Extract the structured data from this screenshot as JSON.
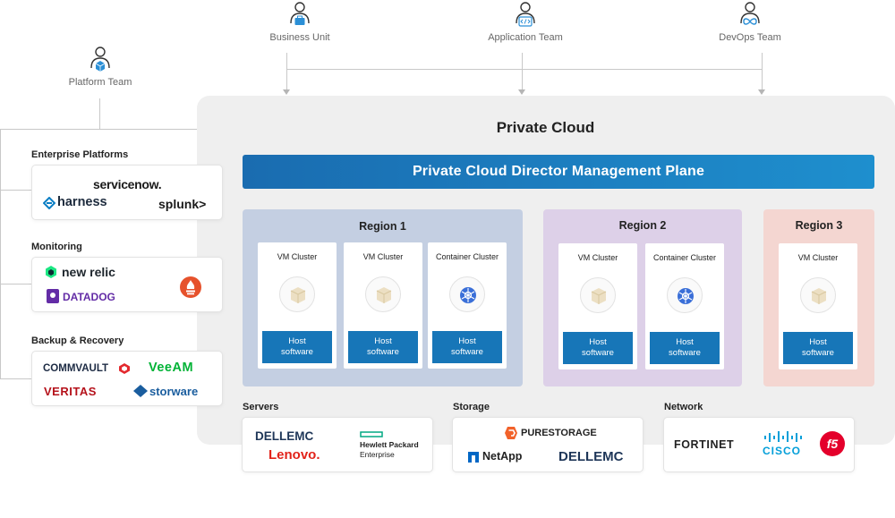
{
  "personas": {
    "platform_team": "Platform Team",
    "business_unit": "Business Unit",
    "application_team": "Application Team",
    "devops_team": "DevOps Team"
  },
  "private_cloud": {
    "title": "Private Cloud",
    "management_plane": "Private Cloud Director Management Plane",
    "regions": [
      {
        "title": "Region 1",
        "clusters": [
          {
            "title": "VM Cluster",
            "host": [
              "Host",
              "software"
            ],
            "icon": "vm-cube-icon"
          },
          {
            "title": "VM Cluster",
            "host": [
              "Host",
              "software"
            ],
            "icon": "vm-cube-icon"
          },
          {
            "title": "Container Cluster",
            "host": [
              "Host",
              "software"
            ],
            "icon": "kubernetes-icon"
          }
        ]
      },
      {
        "title": "Region 2",
        "clusters": [
          {
            "title": "VM Cluster",
            "host": [
              "Host",
              "software"
            ],
            "icon": "vm-cube-icon"
          },
          {
            "title": "Container Cluster",
            "host": [
              "Host",
              "software"
            ],
            "icon": "kubernetes-icon"
          }
        ]
      },
      {
        "title": "Region 3",
        "clusters": [
          {
            "title": "VM Cluster",
            "host": [
              "Host",
              "software"
            ],
            "icon": "vm-cube-icon"
          }
        ]
      }
    ]
  },
  "side_groups": {
    "enterprise_platforms": {
      "title": "Enterprise Platforms",
      "brands": {
        "servicenow": "servicenow.",
        "harness": "harness",
        "splunk": "splunk>"
      }
    },
    "monitoring": {
      "title": "Monitoring",
      "brands": {
        "newrelic": "new relic",
        "datadog": "DATADOG"
      }
    },
    "backup": {
      "title": "Backup & Recovery",
      "brands": {
        "commvault": "COMMVAULT",
        "veeam": "VeeAM",
        "veritas": "VERITAS",
        "storware": "storware"
      }
    }
  },
  "bottom_groups": {
    "servers": {
      "title": "Servers",
      "brands": {
        "dellemc": "DELLEMC",
        "lenovo": "Lenovo.",
        "hpe_line1": "Hewlett Packard",
        "hpe_line2": "Enterprise"
      }
    },
    "storage": {
      "title": "Storage",
      "brands": {
        "purestorage": "PURESTORAGE",
        "netapp": "NetApp",
        "dellemc": "DELLEMC"
      }
    },
    "network": {
      "title": "Network",
      "brands": {
        "fortinet": "FORTINET",
        "cisco": "CISCO",
        "f5": "f5"
      }
    }
  },
  "colors": {
    "management_plane": "#1a6cb0",
    "host_software": "#1776b8",
    "region1_bg": "#c4cfe2",
    "region2_bg": "#ddd0e8",
    "region3_bg": "#f4d6d1",
    "cloud_bg": "#efefef"
  }
}
